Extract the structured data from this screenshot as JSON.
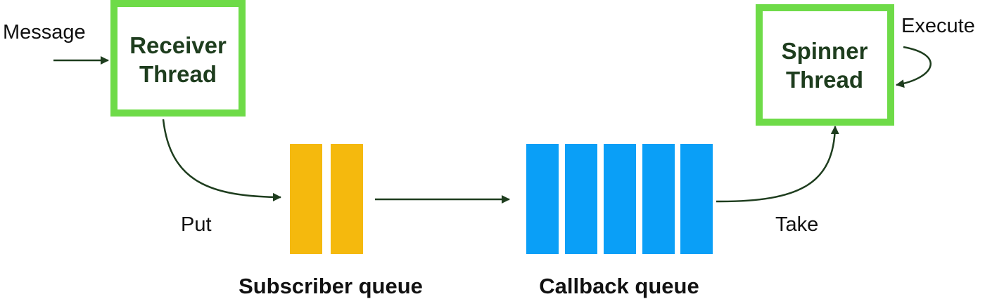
{
  "colors": {
    "thread_border": "#6edb48",
    "thread_text": "#1e3d1e",
    "arrow": "#1e3d1e",
    "subscriber_queue_fill": "#f5b90d",
    "callback_queue_fill": "#0a9ff7",
    "label_text": "#111111"
  },
  "receiver_thread": {
    "line1": "Receiver",
    "line2": "Thread"
  },
  "spinner_thread": {
    "line1": "Spinner",
    "line2": "Thread"
  },
  "labels": {
    "message": "Message",
    "put": "Put",
    "take": "Take",
    "execute": "Execute"
  },
  "subscriber_queue": {
    "label": "Subscriber queue",
    "slot_count": 2
  },
  "callback_queue": {
    "label": "Callback queue",
    "slot_count": 5
  }
}
